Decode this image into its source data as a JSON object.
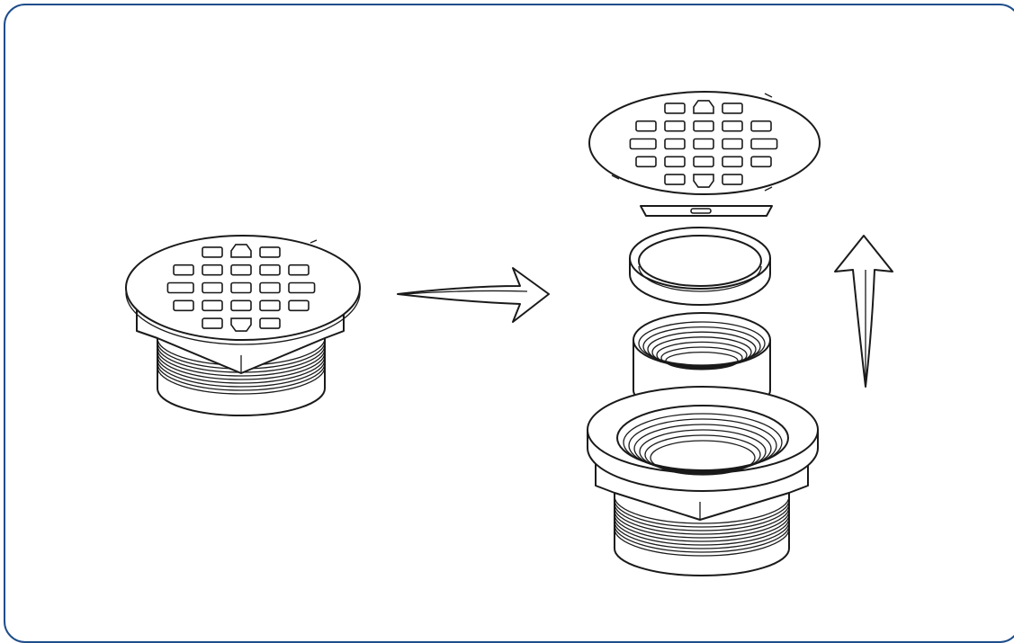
{
  "figure": {
    "description_name": "shower-drain-disassembly",
    "frame_color": "#1f4e8c",
    "line_color": "#1a1a1a"
  },
  "left_assembly": {
    "icon": "assembled-drain-icon"
  },
  "right_assembly": {
    "parts": [
      {
        "icon": "strainer-cover-icon"
      },
      {
        "icon": "gasket-icon"
      },
      {
        "icon": "retaining-ring-icon"
      },
      {
        "icon": "threaded-insert-icon"
      },
      {
        "icon": "drain-body-icon"
      }
    ]
  },
  "arrows": [
    {
      "icon": "right-arrow-icon",
      "direction": "right"
    },
    {
      "icon": "up-arrow-icon",
      "direction": "up"
    }
  ]
}
